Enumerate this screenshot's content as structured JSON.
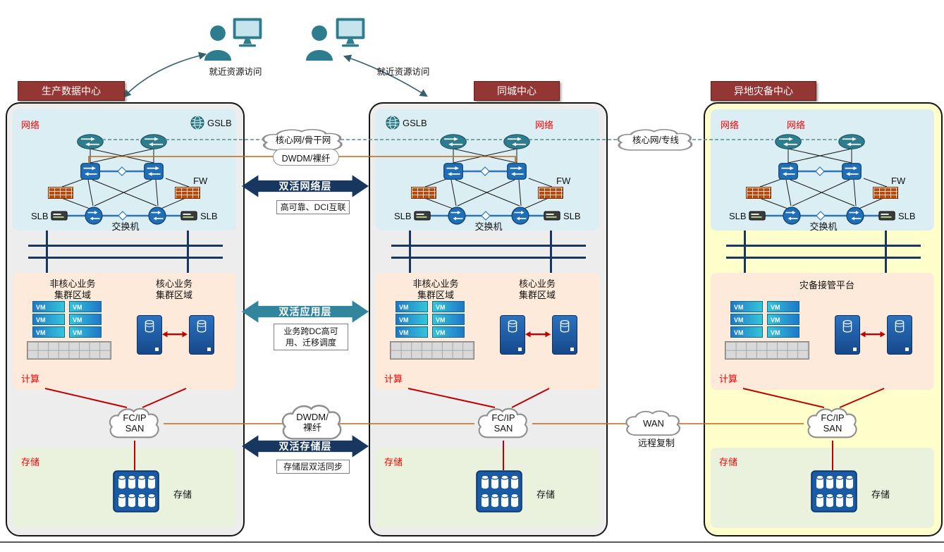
{
  "vm_label": "VM",
  "users": [
    {
      "label": "就近资源访问"
    },
    {
      "label": "就近资源访问"
    }
  ],
  "centers": [
    {
      "title": "生产数据中心",
      "network": {
        "label_left": "网络",
        "gslb": "GSLB",
        "fw": "FW",
        "slb_left": "SLB",
        "slb_right": "SLB",
        "switch_caption": "交换机"
      },
      "compute": {
        "cluster_left": "非核心业务\n集群区域",
        "cluster_right": "核心业务\n集群区域",
        "label": "计算"
      },
      "san": "FC/IP\nSAN",
      "storage": {
        "label": "存储",
        "device": "存储"
      }
    },
    {
      "title": "同城中心",
      "network": {
        "gslb": "GSLB",
        "label_right": "网络",
        "fw": "FW",
        "slb_left": "SLB",
        "slb_right": "SLB",
        "switch_caption": "交换机"
      },
      "compute": {
        "cluster_left": "非核心业务\n集群区域",
        "cluster_right": "核心业务\n集群区域",
        "label": "计算"
      },
      "san": "FC/IP\nSAN",
      "storage": {
        "label": "存储",
        "device": "存储"
      }
    },
    {
      "title": "异地灾备中心",
      "network": {
        "label_left": "网络",
        "label_mid": "网络",
        "fw": "FW",
        "slb_left": "SLB",
        "slb_right": "SLB",
        "switch_caption": "交换机"
      },
      "compute": {
        "platform": "灾备接管平台",
        "label": "计算"
      },
      "san": "FC/IP\nSAN",
      "storage": {
        "label": "存储",
        "device": "存储"
      }
    }
  ],
  "interlinks": {
    "core_backbone": "核心网/骨干网",
    "dwdm_fiber_top": "DWDM/裸纤",
    "net_layer_title": "双活网络层",
    "net_layer_desc": "高可靠、DCI互联",
    "app_layer_title": "双活应用层",
    "app_layer_desc": "业务跨DC高可用、迁移调度",
    "storage_layer_title": "双活存储层",
    "storage_layer_desc": "存储层双活同步",
    "dwdm_fiber_bottom": "DWDM/\n裸纤",
    "core_leased": "核心网/专线",
    "wan": "WAN",
    "remote_replication": "远程复制"
  },
  "colors": {
    "header": "#943634",
    "network_panel": "#daeef3",
    "compute_panel": "#fdeada",
    "storage_panel": "#eaf1dd",
    "dr_background": "#ffffcc",
    "layer_arrow_navy": "#17375e",
    "layer_arrow_teal": "#31859c",
    "highlight_red": "#ff0000",
    "replication_line": "#c00000",
    "dwdm_line": "#bf6816"
  }
}
